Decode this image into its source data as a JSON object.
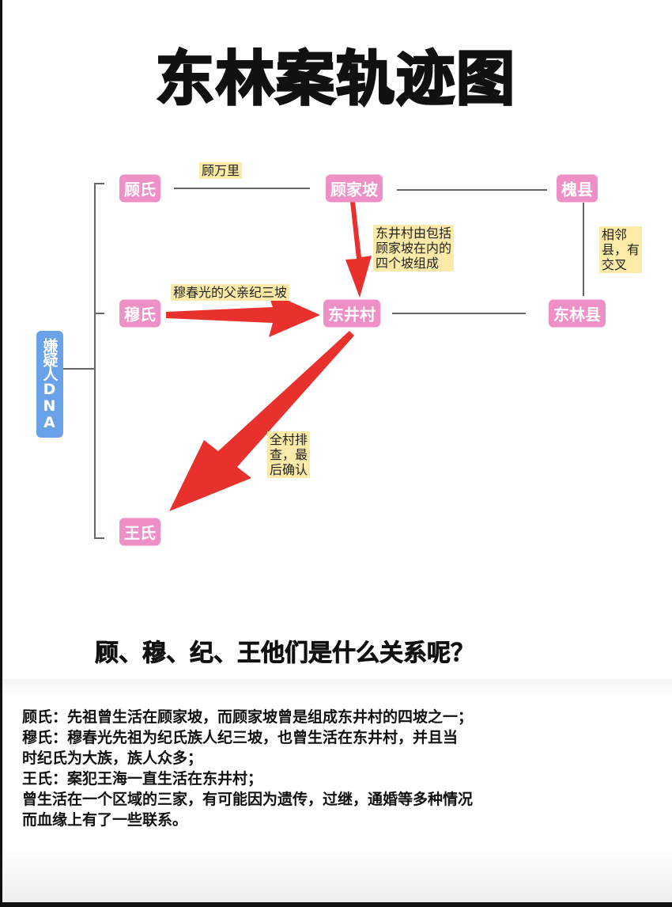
{
  "title": "东林案轨迹图",
  "root": "嫌疑人DNA",
  "nodes": {
    "gu": "顾氏",
    "gujiapo": "顾家坡",
    "huaixian": "槐县",
    "mu": "穆氏",
    "dongjingcun": "东井村",
    "donglinxian": "东林县",
    "wang": "王氏"
  },
  "notes": {
    "guwanli": "顾万里",
    "dongjingcun_composition": "东井村由包括\n顾家坡在内的\n四个坡组成",
    "mu_father": "穆春光的父亲纪三坡",
    "neighbor": "相邻\n县，有\n交叉",
    "investigation": "全村排\n查，最\n后确认"
  },
  "colors": {
    "node": "#ee8fc6",
    "note": "#fbeaa8",
    "root": "#6aa2ea",
    "arrow": "#e8302c"
  },
  "question": "顾、穆、纪、王他们是什么关系呢？",
  "description": [
    "顾氏：先祖曾生活在顾家坡，而顾家坡曾是组成东井村的四坡之一；",
    "穆氏：穆春光先祖为纪氏族人纪三坡，也曾生活在东井村，并且当",
    "时纪氏为大族，族人众多；",
    "王氏：案犯王海一直生活在东井村；",
    "曾生活在一个区域的三家，有可能因为遗传，过继，通婚等多种情况",
    "而血缘上有了一些联系。"
  ]
}
